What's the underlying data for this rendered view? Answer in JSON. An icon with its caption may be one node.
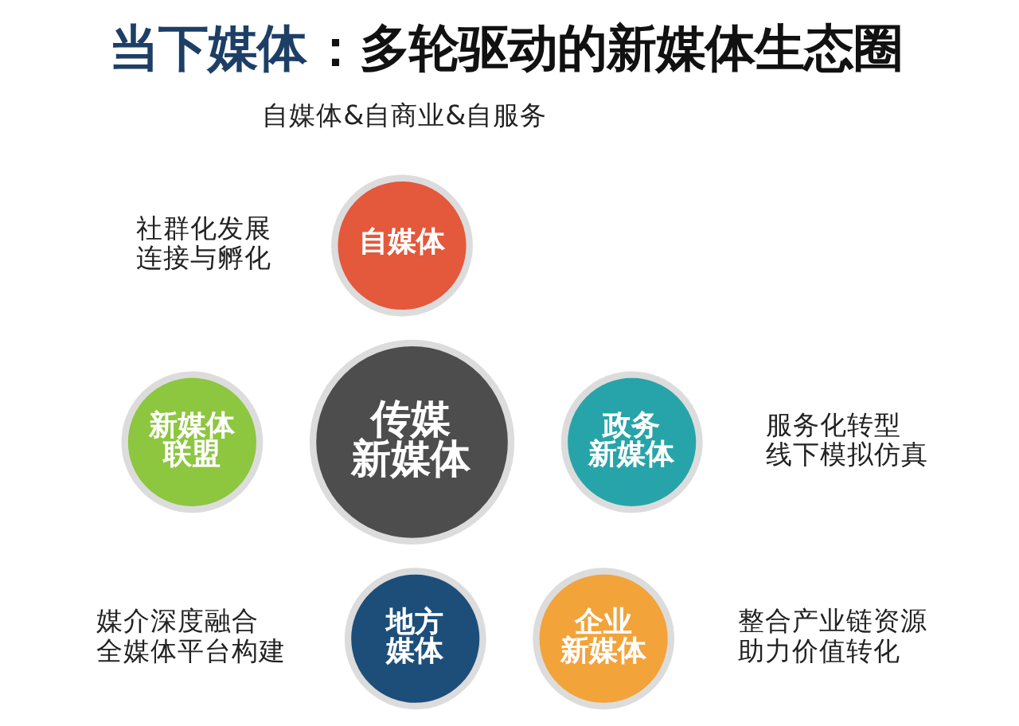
{
  "diagram": {
    "title": "当下媒体：多轮驱动的新媒体生态圈",
    "nodes": [
      {
        "text": [
          "自媒体"
        ],
        "beside": [
          "自媒体&自商业&自服务"
        ]
      },
      {
        "text": [
          "新媒体联盟"
        ],
        "beside": [
          "社群化发展",
          "连接与孵化"
        ]
      },
      {
        "text": [
          "政务新媒体"
        ],
        "beside": [
          "服务化转型",
          "线下模拟仿真"
        ]
      },
      {
        "text": [
          "传媒新媒体"
        ]
      },
      {
        "text": [
          "地方媒体"
        ],
        "beside": [
          "媒介深度融合",
          "全媒体平台构建"
        ]
      },
      {
        "text": [
          "企业新媒体"
        ],
        "beside": [
          "整合产业链资源",
          "助力价值转化"
        ]
      }
    ]
  }
}
